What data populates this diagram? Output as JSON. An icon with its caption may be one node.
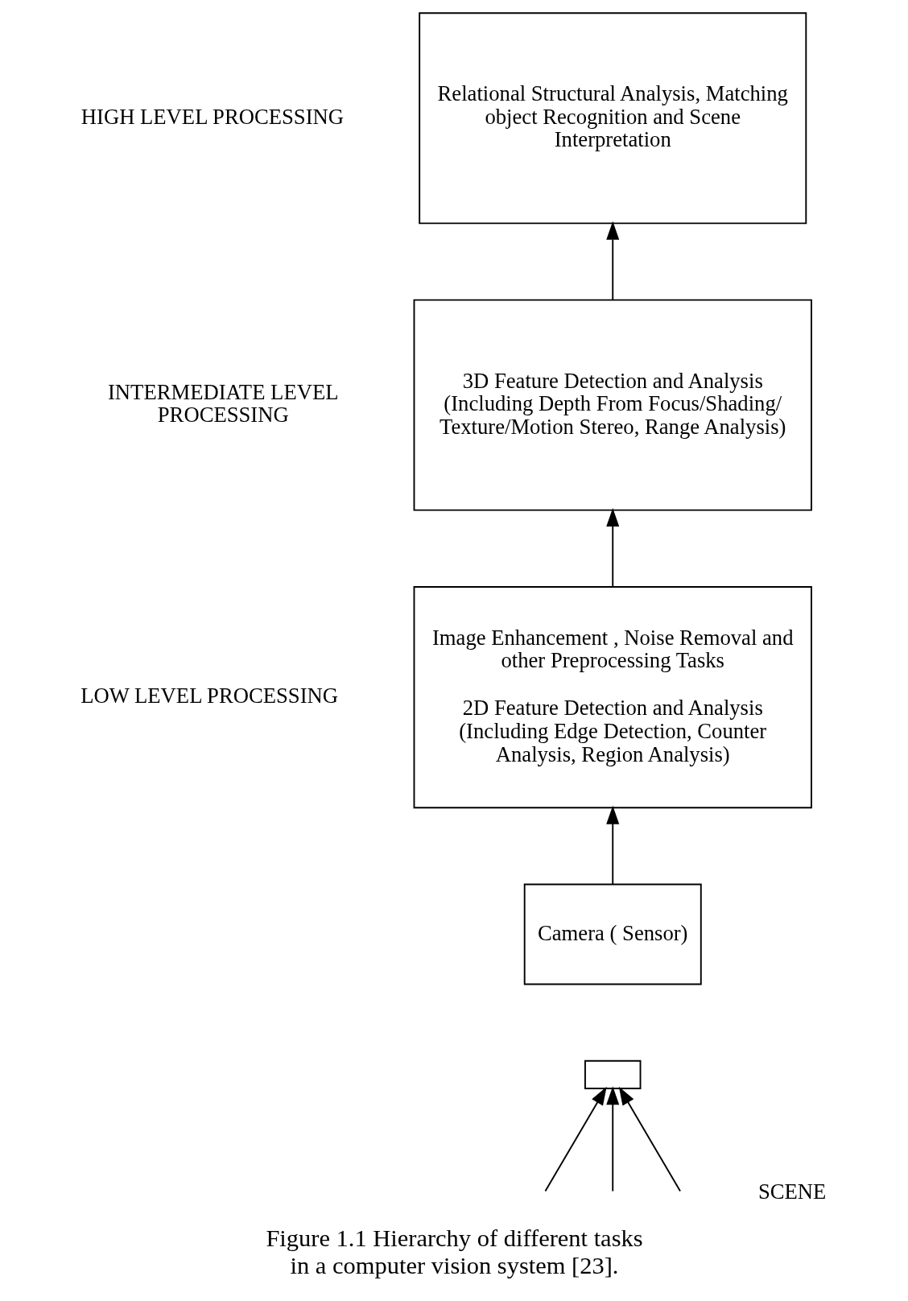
{
  "diagram": {
    "caption": "Figure 1.1 Hierarchy of different tasks in a computer vision system [23].",
    "nodes": [
      {
        "text": [
          "Relational Structural Analysis, Matching object Recognition and Scene Interpretation"
        ]
      },
      {
        "text": [
          "3D Feature Detection and Analysis (Including Depth From Focus/Shading/ Texture/Motion Stereo, Range Analysis)"
        ]
      },
      {
        "text": [
          "Image Enhancement , Noise Removal and other Preprocessing Tasks",
          "2D Feature Detection and Analysis (Including Edge Detection, Counter Analysis, Region Analysis)"
        ]
      },
      {
        "text": [
          "Camera ( Sensor)"
        ]
      },
      {
        "text": [],
        "shape": "box"
      }
    ],
    "edges": [
      {
        "from": 3,
        "to": 2,
        "arrow": "to"
      },
      {
        "from": 2,
        "to": 1,
        "arrow": "to"
      },
      {
        "from": 1,
        "to": 0,
        "arrow": "to"
      },
      {
        "from": null,
        "to": 4,
        "arrow": "to"
      },
      {
        "from": null,
        "to": 4,
        "arrow": "to"
      },
      {
        "from": null,
        "to": 4,
        "arrow": "to"
      }
    ],
    "labels": [
      "HIGH LEVEL PROCESSING",
      "INTERMEDIATE LEVEL PROCESSING",
      "LOW LEVEL PROCESSING",
      "SCENE"
    ]
  }
}
